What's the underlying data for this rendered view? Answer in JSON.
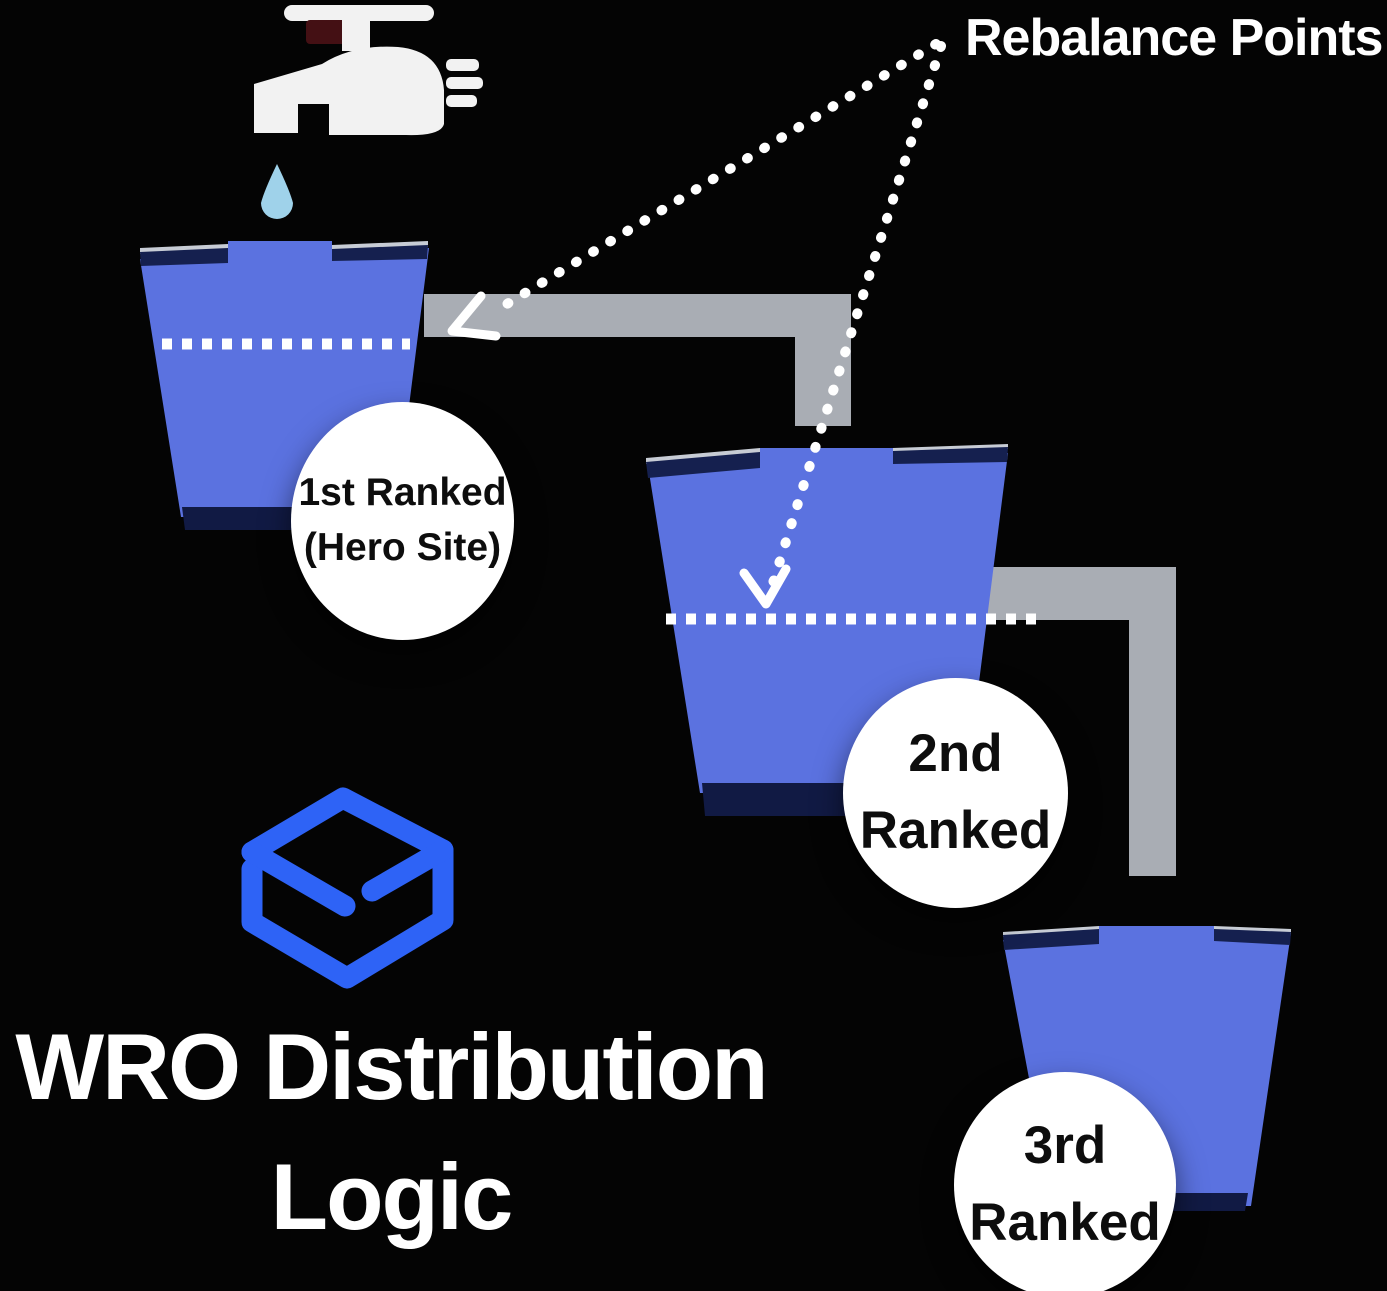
{
  "scene": {
    "title_line1": "WRO Distribution",
    "title_line2": "Logic",
    "rebalance_label": "Rebalance Points",
    "background_color": "#040404"
  },
  "buckets": [
    {
      "rank": "1st",
      "label_line1": "1st Ranked",
      "label_line2": "(Hero Site)"
    },
    {
      "rank": "2nd",
      "label_line1": "2nd",
      "label_line2": "Ranked"
    },
    {
      "rank": "3rd",
      "label_line1": "3rd",
      "label_line2": "Ranked"
    }
  ],
  "connections": {
    "overflow_pipes": [
      {
        "from_bucket": 1,
        "to_bucket": 2
      },
      {
        "from_bucket": 2,
        "to_bucket": 3
      }
    ],
    "rebalance_points_target_buckets": [
      1,
      2
    ]
  },
  "icons": {
    "faucet": "faucet-icon",
    "water_drop": "water-drop-icon",
    "logo": "cube-logo-icon",
    "arrows": "rebalance-arrowhead"
  },
  "colors": {
    "bucket_fill": "#5b72e0",
    "bucket_rim_navy": "#15204f",
    "bucket_rim_highlight": "#c7ccd5",
    "bucket_bottom_shadow": "#111a44",
    "pipe_gray": "#a9adb4",
    "faucet_white": "#f2f2f2",
    "faucet_accent_maroon": "#441014",
    "water_drop_blue": "#9fd2ea",
    "logo_blue": "#2e63f6",
    "dotted_line_white": "#ffffff",
    "circle_bg": "#ffffff",
    "circle_text": "#0d0d0d",
    "title_white": "#ffffff"
  }
}
